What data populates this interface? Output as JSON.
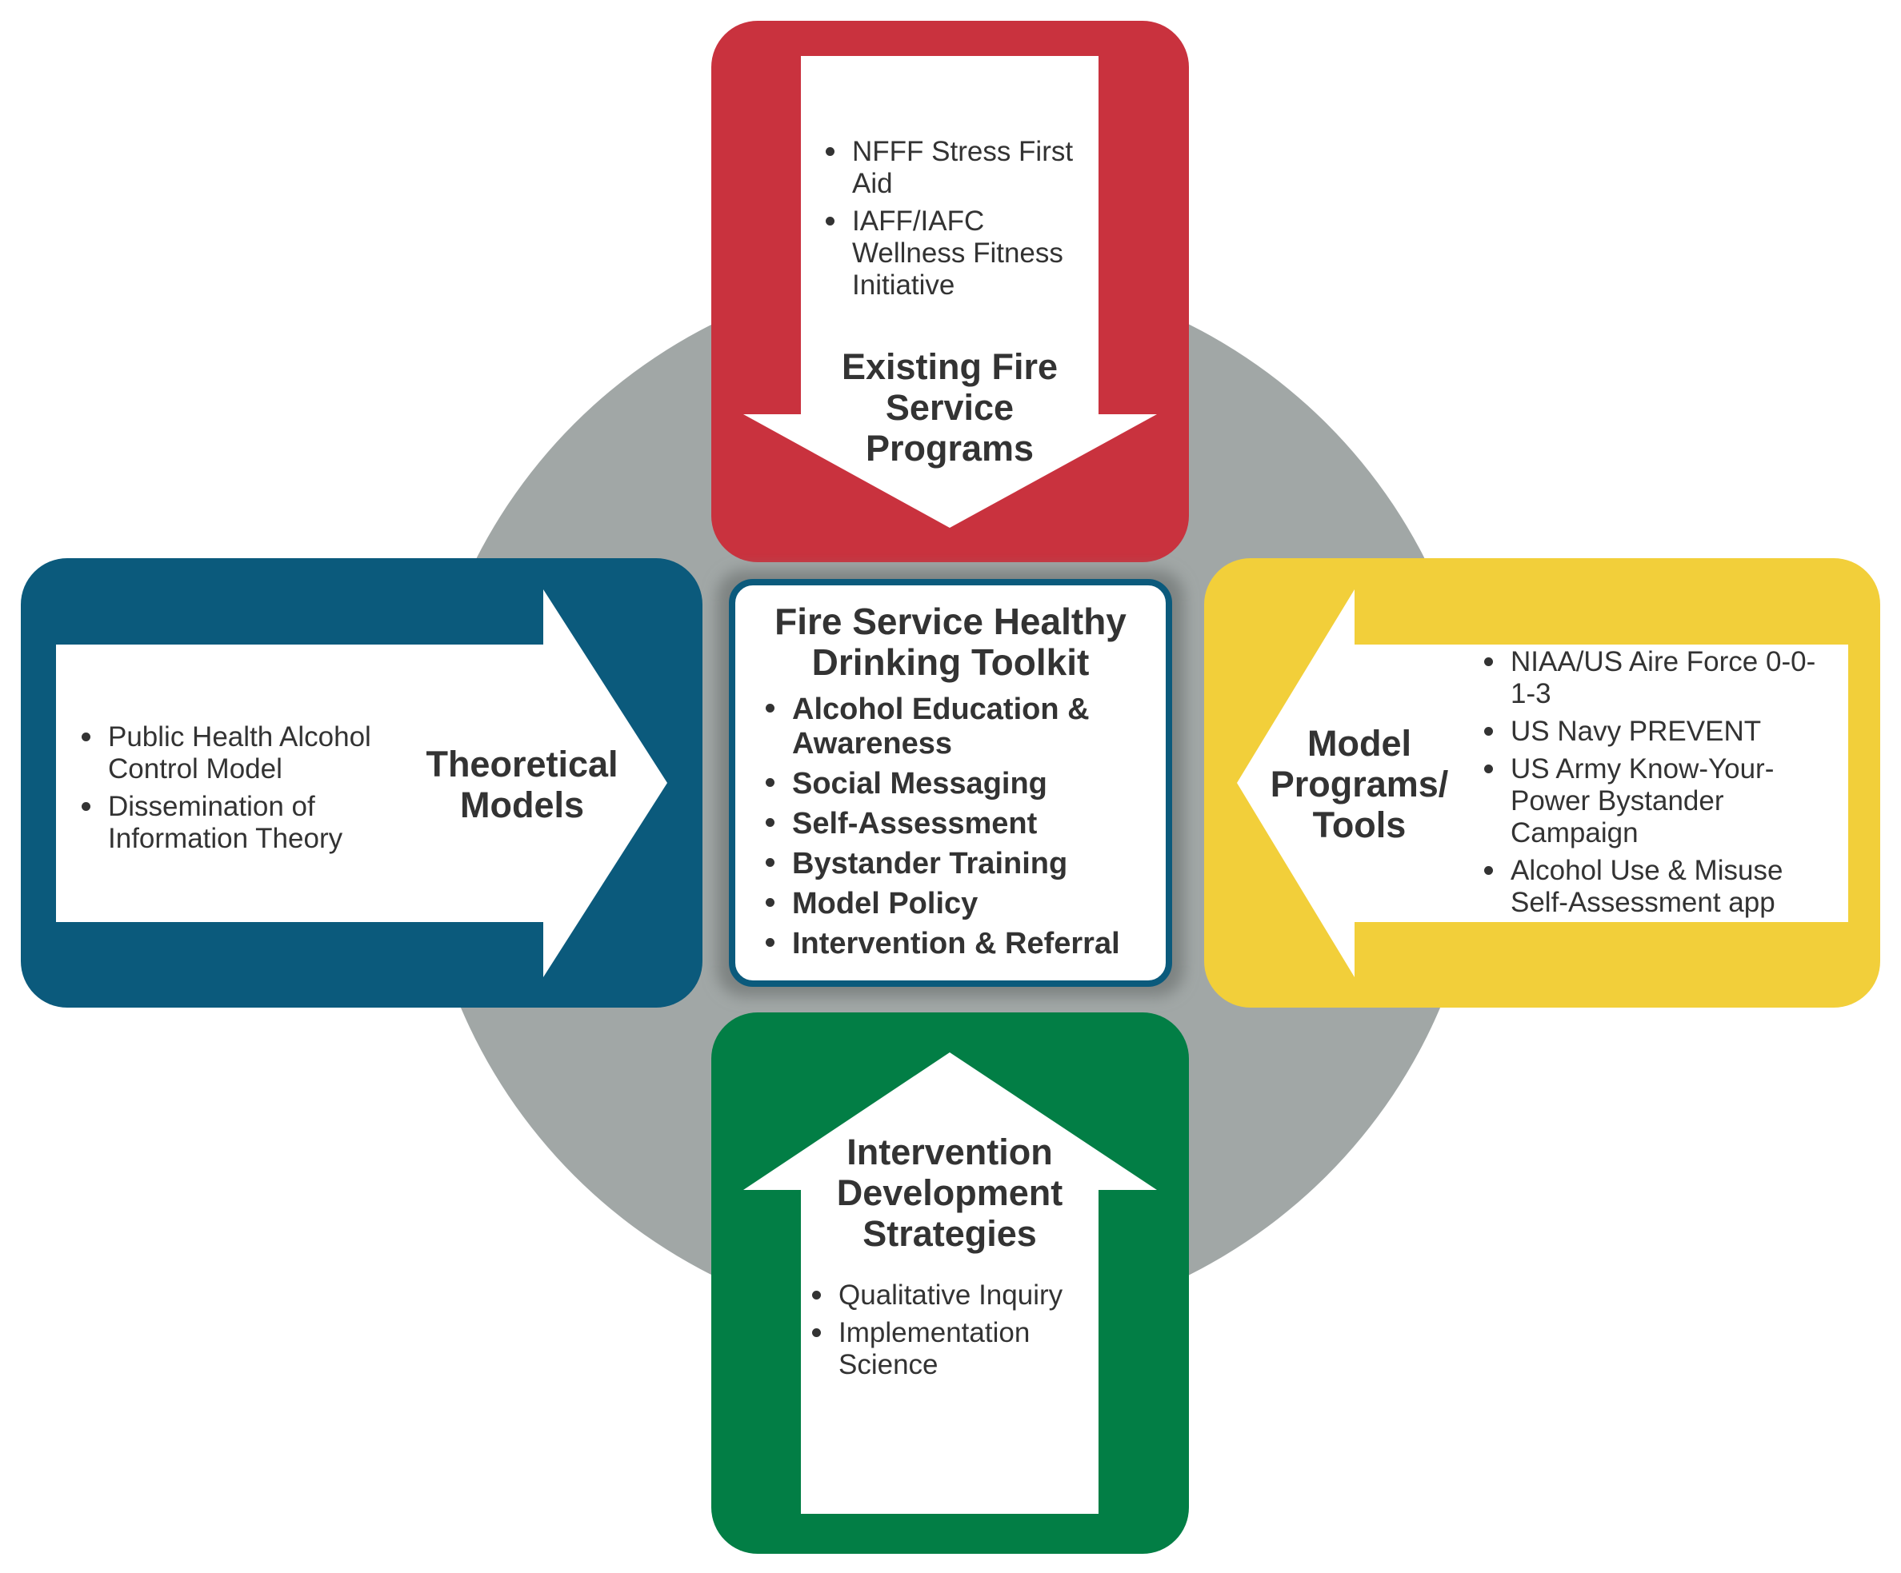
{
  "colors": {
    "circle": "#a1a7a6",
    "top_box": "#c9323e",
    "left_box": "#0b5a7c",
    "right_box": "#f2cf3a",
    "bottom_box": "#027e45",
    "center_border": "#0b5a7c",
    "text": "#333333"
  },
  "center": {
    "title": "Fire Service Healthy Drinking Toolkit",
    "items": [
      "Alcohol Education & Awareness",
      "Social Messaging",
      "Self-Assessment",
      "Bystander Training",
      "Model Policy",
      "Intervention & Referral"
    ]
  },
  "top": {
    "heading": "Existing Fire Service Programs",
    "items": [
      "NFFF Stress First Aid",
      "IAFF/IAFC Wellness Fitness Initiative"
    ]
  },
  "left": {
    "heading": "Theoretical Models",
    "items": [
      "Public Health Alcohol Control Model",
      "Dissemination of Information Theory"
    ]
  },
  "right": {
    "heading": "Model Programs/ Tools",
    "items": [
      "NIAA/US Aire Force 0-0-1-3",
      "US Navy PREVENT",
      "US Army Know-Your-Power Bystander Campaign",
      "Alcohol Use & Misuse Self-Assessment app"
    ]
  },
  "bottom": {
    "heading": "Intervention Development Strategies",
    "items": [
      "Qualitative Inquiry",
      "Implementation Science"
    ]
  }
}
